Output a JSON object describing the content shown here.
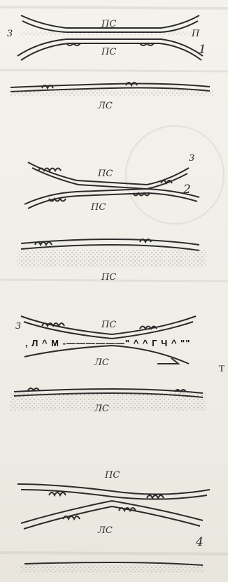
{
  "figure": {
    "panels": [
      {
        "number": "1",
        "side_labels": [
          "3",
          "П"
        ],
        "cavity_labels": [
          "ПС",
          "ПС",
          "ЛС"
        ]
      },
      {
        "number": "2",
        "side_labels": [
          "3"
        ],
        "cavity_labels": [
          "ПС",
          "ПС",
          "ПС"
        ]
      },
      {
        "number": "",
        "side_labels": [
          "3"
        ],
        "cavity_labels": [
          "ПС",
          "ЛС",
          "ЛС"
        ]
      },
      {
        "number": "4",
        "side_labels": [],
        "cavity_labels": [
          "ПС",
          "ЛС"
        ]
      }
    ],
    "ocr_line": ", Л ^ М -——————\" ^ ^ Г Ч ^  \"\"",
    "ocr_t": "Т"
  },
  "colors": {
    "ink": "#2b2b2b",
    "paper": "#f2f0ea",
    "dots": "#6b6b6b"
  }
}
